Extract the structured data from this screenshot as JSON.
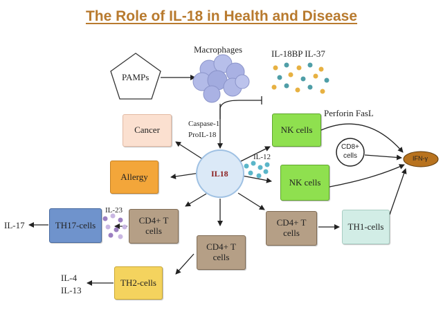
{
  "title": "The Role of IL-18 in Health and Disease",
  "colors": {
    "title": "#b87a2e",
    "cancer": "#fbe0d0",
    "allergy": "#f3a63a",
    "th17": "#6f93cc",
    "cd4": "#b59f86",
    "th2": "#f4d35e",
    "nk": "#8fe04f",
    "th1": "#d2ede6",
    "il18_center": "#dbe9f7",
    "ifn": "#b8731f"
  },
  "nodes": {
    "pamps": "PAMPs",
    "macrophages": "Macrophages",
    "il18bp": "IL-18BP IL-37",
    "caspase": "Caspase-1",
    "proil18": "ProIL-18",
    "il18": "IL18",
    "cancer": "Cancer",
    "allergy": "Allergy",
    "nk1": "NK cells",
    "nk2": "NK cells",
    "perforin": "Perforin FasL",
    "cd8_line1": "CD8+",
    "cd8_line2": "cells",
    "ifn": "IFN-γ",
    "il12": "IL-12",
    "il23": "IL-23",
    "il17": "IL-17",
    "th17": "TH17-cells",
    "cd4_left": "CD4+ T cells",
    "cd4_mid": "CD4+ T cells",
    "cd4_right": "CD4+ T cells",
    "th1": "TH1-cells",
    "th2": "TH2-cells",
    "il4": "IL-4",
    "il13": "IL-13"
  }
}
